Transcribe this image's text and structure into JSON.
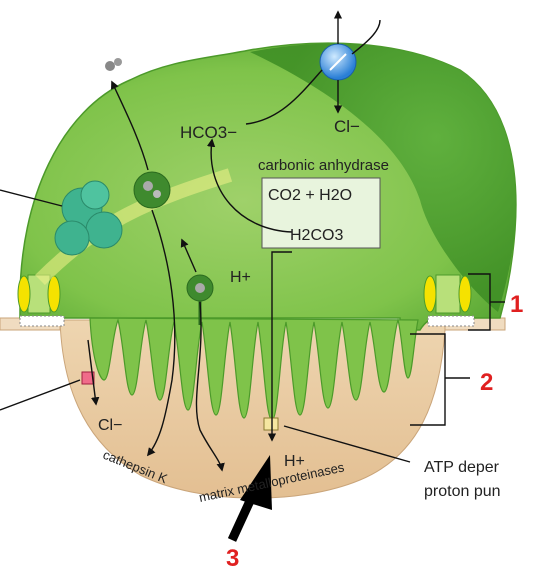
{
  "labels": {
    "hco3": "HCO3−",
    "cl_top": "Cl−",
    "carbonic_anhydrase": "carbonic anhydrase",
    "co2_h2o": "CO2 + H2O",
    "h2co3": "H2CO3",
    "h_plus_cell": "H+",
    "cl_lacuna": "Cl−",
    "h_plus_lacuna": "H+",
    "cathepsin": "cathepsin K",
    "mmp": "matrix metalloproteinases",
    "atp_pump_line1": "ATP deper",
    "atp_pump_line2": "proton pun"
  },
  "callouts": {
    "one": "1",
    "two": "2",
    "three": "3"
  },
  "colors": {
    "cell_green": "#7fc34a",
    "cell_dark_green": "#4e9a2c",
    "lacuna_tan": "#e8c9a0",
    "callout_red": "#e02020",
    "arrow_black": "#111111"
  }
}
